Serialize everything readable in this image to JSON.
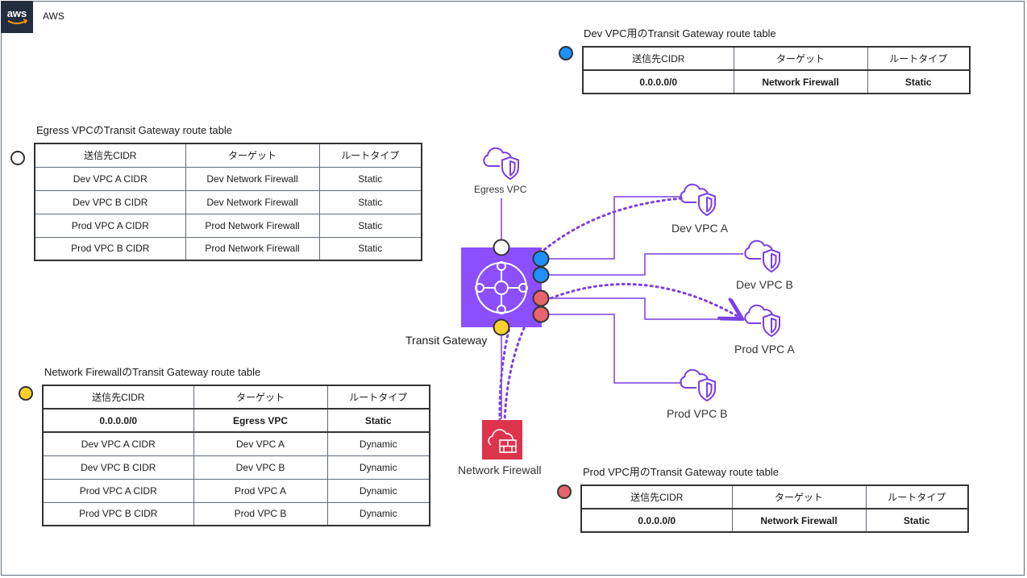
{
  "header": {
    "title": "AWS"
  },
  "colors": {
    "purple": "#7b3fe4",
    "tgw_purple": "#8c4fff",
    "nfw_red": "#dd344c",
    "dev_blue": "#1e90ff",
    "prod_red": "#e8636b",
    "nfw_yellow": "#fad02c",
    "egress_white": "#ffffff"
  },
  "icons": {
    "aws_logo": "aws-logo",
    "vpc": "cloud-shield-icon",
    "tgw": "transit-gateway-icon",
    "nfw": "network-firewall-icon"
  },
  "columns": {
    "cidr": "送信先CIDR",
    "target": "ターゲット",
    "type": "ルートタイプ"
  },
  "dev_rt": {
    "title": "Dev VPC用のTransit Gateway route table",
    "rows": [
      {
        "cidr": "0.0.0.0/0",
        "target": "Network Firewall",
        "type": "Static"
      }
    ]
  },
  "egress_rt": {
    "title": "Egress VPCのTransit Gateway route table",
    "rows": [
      {
        "cidr": "Dev VPC A CIDR",
        "target": "Dev Network Firewall",
        "type": "Static"
      },
      {
        "cidr": "Dev VPC B CIDR",
        "target": "Dev Network Firewall",
        "type": "Static"
      },
      {
        "cidr": "Prod VPC A CIDR",
        "target": "Prod Network Firewall",
        "type": "Static"
      },
      {
        "cidr": "Prod VPC B CIDR",
        "target": "Prod Network Firewall",
        "type": "Static"
      }
    ]
  },
  "nfw_rt": {
    "title": "Network FirewallのTransit Gateway route table",
    "rows": [
      {
        "cidr": "0.0.0.0/0",
        "target": "Egress VPC",
        "type": "Static"
      },
      {
        "cidr": "Dev VPC A CIDR",
        "target": "Dev VPC A",
        "type": "Dynamic"
      },
      {
        "cidr": "Dev VPC B CIDR",
        "target": "Dev VPC B",
        "type": "Dynamic"
      },
      {
        "cidr": "Prod VPC A CIDR",
        "target": "Prod VPC A",
        "type": "Dynamic"
      },
      {
        "cidr": "Prod VPC B CIDR",
        "target": "Prod VPC B",
        "type": "Dynamic"
      }
    ]
  },
  "prod_rt": {
    "title": "Prod VPC用のTransit Gateway route table",
    "rows": [
      {
        "cidr": "0.0.0.0/0",
        "target": "Network Firewall",
        "type": "Static"
      }
    ]
  },
  "nodes": {
    "egress_vpc": "Egress VPC",
    "tgw": "Transit Gateway",
    "nfw": "Network Firewall",
    "dev_a": "Dev VPC A",
    "dev_b": "Dev VPC B",
    "prod_a": "Prod VPC A",
    "prod_b": "Prod VPC B"
  }
}
